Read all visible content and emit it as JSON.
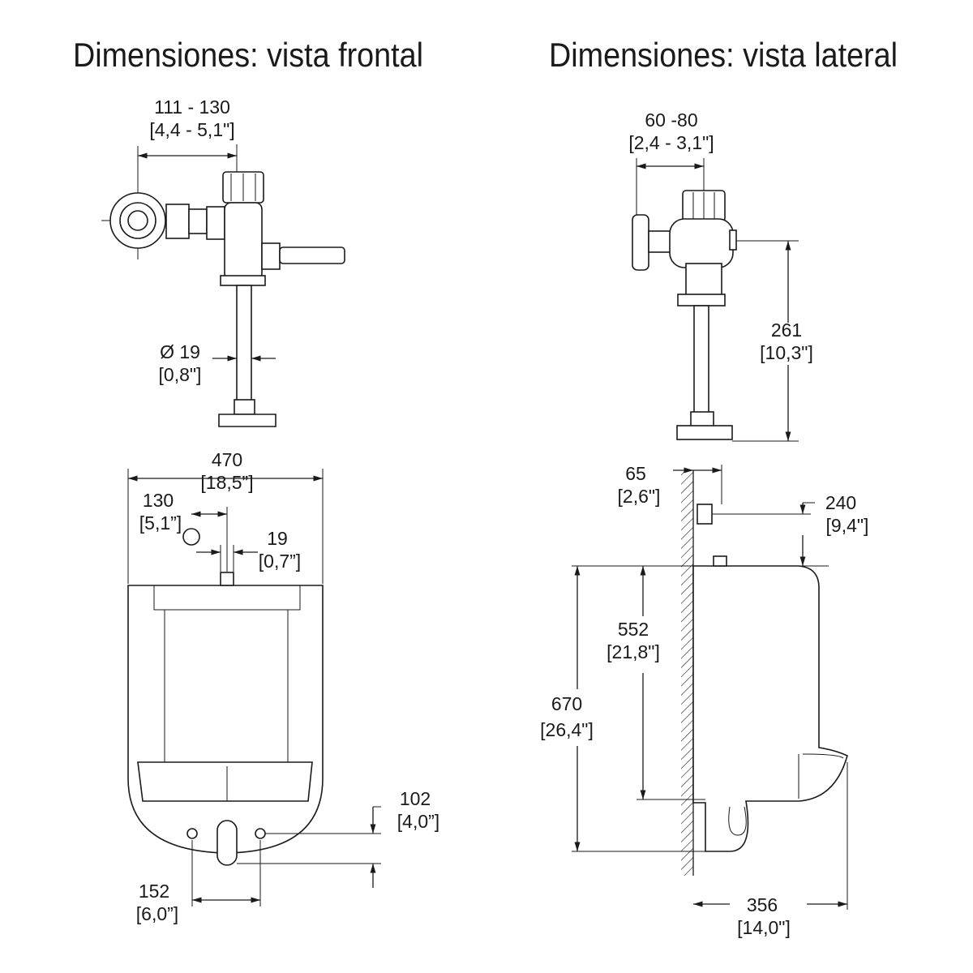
{
  "titles": {
    "front": "Dimensiones: vista frontal",
    "side": "Dimensiones: vista lateral"
  },
  "front_valve": {
    "width_mm": "111 - 130",
    "width_in": "[4,4 - 5,1\"]",
    "pipe_diam_mm": "Ø 19",
    "pipe_diam_in": "[0,8\"]"
  },
  "front_urinal": {
    "width_mm": "470",
    "width_in": "[18,5”]",
    "inlet_offset_mm": "130",
    "inlet_offset_in": "[5,1”]",
    "spud_mm": "19",
    "spud_in": "[0,7”]",
    "outlet_height_mm": "102",
    "outlet_height_in": "[4,0”]",
    "hole_spacing_mm": "152",
    "hole_spacing_in": "[6,0”]"
  },
  "side_valve": {
    "depth_mm": "60 -80",
    "depth_in": "[2,4 - 3,1\"]",
    "height_mm": "261",
    "height_in": "[10,3\"]"
  },
  "side_urinal": {
    "wall_offset_mm": "65",
    "wall_offset_in": "[2,6\"]",
    "inlet_height_mm": "240",
    "inlet_height_in": "[9,4\"]",
    "rim_mm": "552",
    "rim_in": "[21,8\"]",
    "height_mm": "670",
    "height_in": "[26,4\"]",
    "depth_mm": "356",
    "depth_in": "[14,0\"]"
  }
}
